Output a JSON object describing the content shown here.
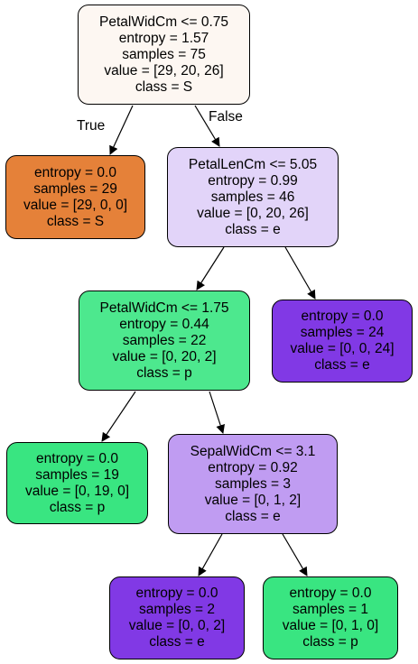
{
  "edge_labels": {
    "true_label": "True",
    "false_label": "False"
  },
  "nodes": {
    "root": {
      "lines": [
        "PetalWidCm <= 0.75",
        "entropy = 1.57",
        "samples = 75",
        "value = [29, 20, 26]",
        "class = S"
      ],
      "fill": "#fdf7f2"
    },
    "left_s": {
      "lines": [
        "entropy = 0.0",
        "samples = 29",
        "value = [29, 0, 0]",
        "class = S"
      ],
      "fill": "#e58139"
    },
    "petal_len": {
      "lines": [
        "PetalLenCm <= 5.05",
        "entropy = 0.99",
        "samples = 46",
        "value = [0, 20, 26]",
        "class = e"
      ],
      "fill": "#e2d4f9"
    },
    "petal_wid2": {
      "lines": [
        "PetalWidCm <= 1.75",
        "entropy = 0.44",
        "samples = 22",
        "value = [0, 20, 2]",
        "class = p"
      ],
      "fill": "#4de88e"
    },
    "right_e24": {
      "lines": [
        "entropy = 0.0",
        "samples = 24",
        "value = [0, 0, 24]",
        "class = e"
      ],
      "fill": "#8139e5"
    },
    "leaf_p19": {
      "lines": [
        "entropy = 0.0",
        "samples = 19",
        "value = [0, 19, 0]",
        "class = p"
      ],
      "fill": "#39e581"
    },
    "sepal_wid": {
      "lines": [
        "SepalWidCm <= 3.1",
        "entropy = 0.92",
        "samples = 3",
        "value = [0, 1, 2]",
        "class = e"
      ],
      "fill": "#c09cf2"
    },
    "leaf_e2": {
      "lines": [
        "entropy = 0.0",
        "samples = 2",
        "value = [0, 0, 2]",
        "class = e"
      ],
      "fill": "#8139e5"
    },
    "leaf_p1": {
      "lines": [
        "entropy = 0.0",
        "samples = 1",
        "value = [0, 1, 0]",
        "class = p"
      ],
      "fill": "#39e581"
    }
  }
}
